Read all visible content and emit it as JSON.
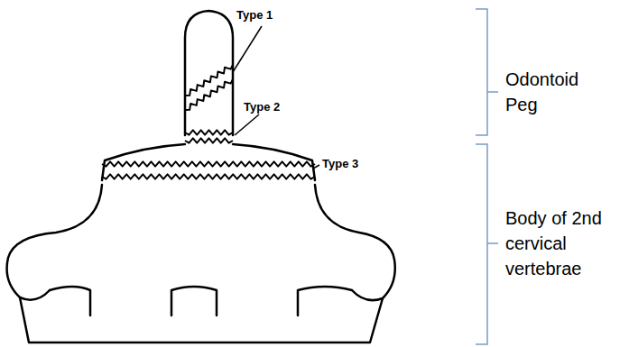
{
  "diagram": {
    "labels": [
      "Type 1",
      "Type 2",
      "Type 3",
      "Odontoid Peg",
      "Body of 2nd cervical vertebrae"
    ]
  }
}
